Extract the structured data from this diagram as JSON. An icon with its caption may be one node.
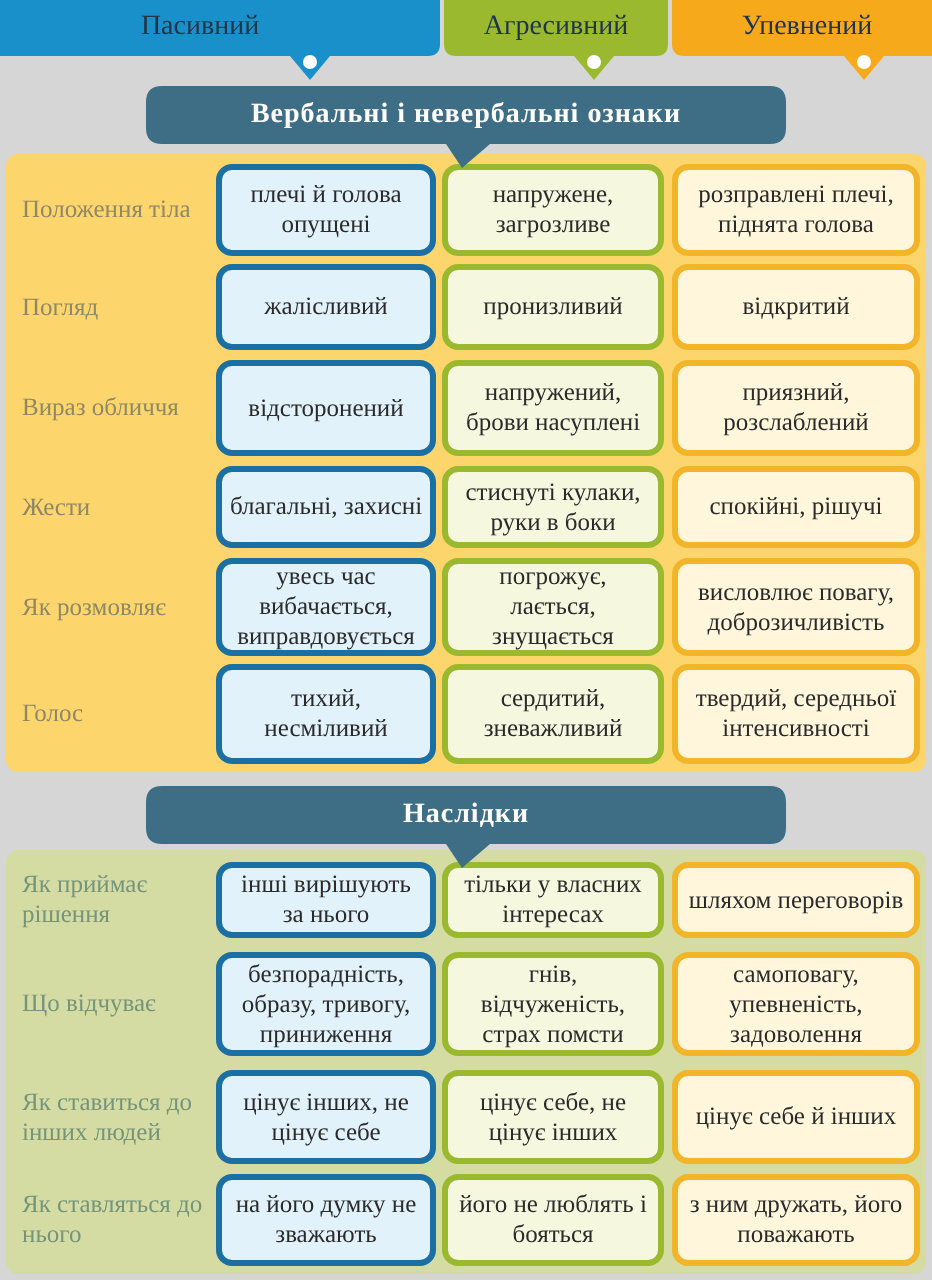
{
  "diagram": {
    "nodes": [
      {
        "text": [
          "Пасивний"
        ]
      },
      {
        "text": [
          "Агресивний"
        ]
      },
      {
        "text": [
          "Упевнений"
        ]
      },
      {
        "text": [
          "Вербальні і невербальні ознаки"
        ]
      },
      {
        "text": [],
        "shape": "box"
      },
      {
        "text": [
          "плечі й голова опущені"
        ],
        "in": 4
      },
      {
        "text": [
          "напружене, загрозливе"
        ],
        "in": 4
      },
      {
        "text": [
          "розправлені плечі, піднята голова"
        ],
        "in": 4
      },
      {
        "text": [
          "жалісливий"
        ],
        "in": 4
      },
      {
        "text": [
          "пронизливий"
        ],
        "in": 4
      },
      {
        "text": [
          "відкритий"
        ],
        "in": 4
      },
      {
        "text": [
          "відсторонений"
        ],
        "in": 4
      },
      {
        "text": [
          "напружений, брови насуплені"
        ],
        "in": 4
      },
      {
        "text": [
          "приязний, розслаблений"
        ],
        "in": 4
      },
      {
        "text": [
          "благальні, захисні"
        ],
        "in": 4
      },
      {
        "text": [
          "стиснуті кулаки, руки в боки"
        ],
        "in": 4
      },
      {
        "text": [
          "спокійні, рішучі"
        ],
        "in": 4
      },
      {
        "text": [
          "увесь час вибачається, виправдовується"
        ],
        "in": 4
      },
      {
        "text": [
          "погрожує, лається, знущається"
        ],
        "in": 4
      },
      {
        "text": [
          "висловлює повагу, доброзичливість"
        ],
        "in": 4
      },
      {
        "text": [
          "тихий, несміливий"
        ],
        "in": 4
      },
      {
        "text": [
          "сердитий, зневажливий"
        ],
        "in": 4
      },
      {
        "text": [
          "твердий, середньої інтенсивності"
        ],
        "in": 4
      },
      {
        "text": [
          "Наслідки"
        ]
      },
      {
        "text": [],
        "shape": "box"
      },
      {
        "text": [
          "інші вирішують за нього"
        ],
        "in": 24
      },
      {
        "text": [
          "тільки у власних інтересах"
        ],
        "in": 24
      },
      {
        "text": [
          "шляхом переговорів"
        ],
        "in": 24
      },
      {
        "text": [
          "безпорадність, образу, тривогу, приниження"
        ],
        "in": 24
      },
      {
        "text": [
          "гнів, відчуженість, страх помсти"
        ],
        "in": 24
      },
      {
        "text": [
          "самоповагу, упевненість, задоволення"
        ],
        "in": 24
      },
      {
        "text": [
          "цінує інших, не цінує себе"
        ],
        "in": 24
      },
      {
        "text": [
          "цінує себе, не цінує інших"
        ],
        "in": 24
      },
      {
        "text": [
          "цінує себе й інших"
        ],
        "in": 24
      },
      {
        "text": [
          "на його думку не зважають"
        ],
        "in": 24
      },
      {
        "text": [
          "його не люблять і бояться"
        ],
        "in": 24
      },
      {
        "text": [
          "з ним дружать, його поважають"
        ],
        "in": 24
      }
    ],
    "edges": [],
    "labels": [
      "Положення тіла",
      "Погляд",
      "Вираз обличчя",
      "Жести",
      "Як розмовляє",
      "Голос",
      "Як приймає рішення",
      "Що відчуває",
      "Як ставиться до інших людей",
      "Як ставляться до нього"
    ]
  }
}
